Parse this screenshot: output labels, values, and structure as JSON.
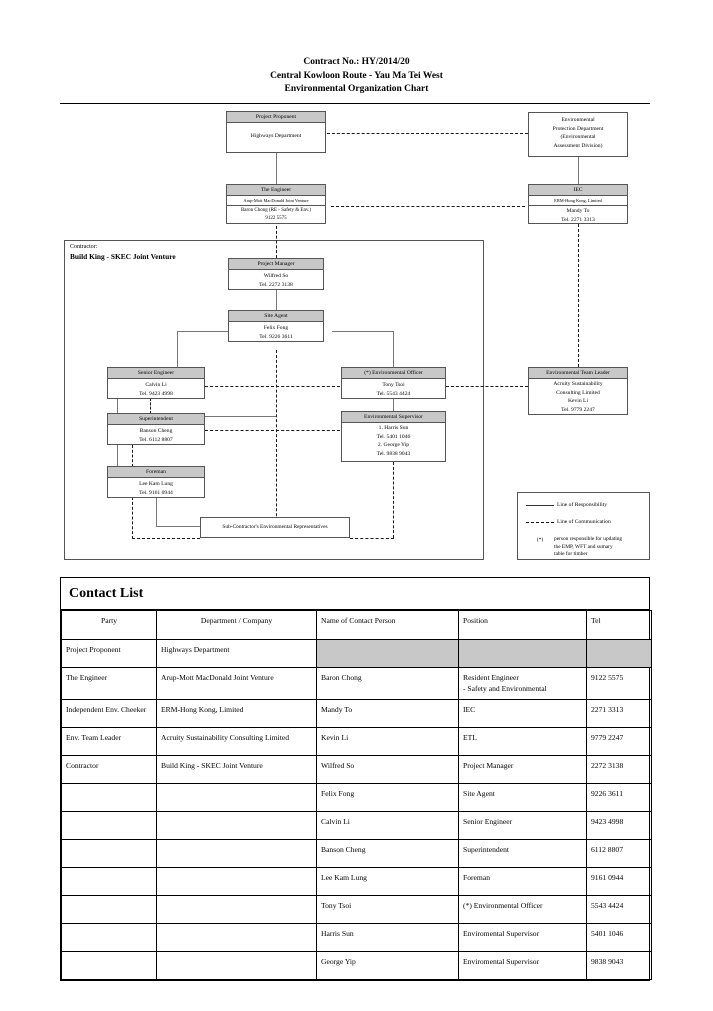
{
  "title": {
    "line1": "Contract No.: HY/2014/20",
    "line2": "Central Kowloon Route - Yau Ma Tei West",
    "line3": "Environmental Organization Chart"
  },
  "chart": {
    "project_proponent": {
      "header": "Project Proponent",
      "name": "Highways Department"
    },
    "epd": {
      "l1": "Environmental",
      "l2": "Protection Department",
      "l3": "(Environmental",
      "l4": "Assessment Division)"
    },
    "engineer": {
      "header": "The Engineer",
      "company": "Arup-Mott MacDonald Joint Venture",
      "person": "Baron Chong (RE - Safety & Env.)",
      "tel": "9122 5575"
    },
    "iec": {
      "header": "IEC",
      "company": "ERM-Hong Kong, Limited",
      "person": "Mandy To",
      "tel": "Tel. 2271 3313"
    },
    "contractor_label": {
      "prefix": "Contractor:",
      "name": "Build King - SKEC Joint Venture"
    },
    "project_manager": {
      "header": "Project Manager",
      "person": "Wilfred So",
      "tel": "Tel. 2272 3138"
    },
    "site_agent": {
      "header": "Site Agent",
      "person": "Felix Fong",
      "tel": "Tel. 9226 3611"
    },
    "senior_engineer": {
      "header": "Senior Engineer",
      "person": "Calvin Li",
      "tel": "Tel. 9423 4998"
    },
    "env_officer": {
      "header": "(*) Environmental Officer",
      "person": "Tony Tsoi",
      "tel": "Tel. 5543 4424"
    },
    "env_team_leader": {
      "header": "Environmental Team Leader",
      "company1": "Acruity Sustainability",
      "company2": "Consulting Limited",
      "person": "Kevin Li",
      "tel": "Tel. 9779 2247"
    },
    "superintendent": {
      "header": "Superintendent",
      "person": "Banson Cheng",
      "tel": "Tel. 6112 8807"
    },
    "env_supervisor": {
      "header": "Environmental Supervisor",
      "p1": "1. Harris Sun",
      "t1": "Tel. 5401 1046",
      "p2": "2. George Yip",
      "t2": "Tel. 9838 9043"
    },
    "foreman": {
      "header": "Foreman",
      "person": "Lee Kam Lung",
      "tel": "Tel. 9161 0944"
    },
    "subcontractor": {
      "label": "Sub-Contractor's Environmental Representatives"
    },
    "legend": {
      "responsibility": "Line of Responsibility",
      "communication": "Line of Communication",
      "star_marker": "(*)",
      "star_l1": "person responsible for updating",
      "star_l2": "the EMP, WFT and sumary",
      "star_l3": "table for timber"
    }
  },
  "contact_list": {
    "title": "Contact List",
    "columns": [
      "Party",
      "Department / Company",
      "Name of Contact Person",
      "Position",
      "Tel"
    ],
    "rows": [
      {
        "party": "Project Proponent",
        "company": "Highways Department",
        "person": "",
        "position": "",
        "tel": "",
        "shaded": true
      },
      {
        "party": "The Engineer",
        "company": "Arup-Mott MacDonald Joint Venture",
        "person": "Baron Chong",
        "position": "Resident Engineer\n- Safety and Environmental",
        "tel": "9122 5575"
      },
      {
        "party": "Independent Env. Cheeker",
        "company": "ERM-Hong Kong, Limited",
        "person": "Mandy To",
        "position": "IEC",
        "tel": "2271 3313"
      },
      {
        "party": "Env. Team Leader",
        "company": "Acruity Sustainability Consulting Limited",
        "person": "Kevin Li",
        "position": "ETL",
        "tel": "9779 2247"
      },
      {
        "party": "Contractor",
        "company": "Build King - SKEC Joint Venture",
        "person": "Wilfred So",
        "position": "Project Manager",
        "tel": "2272 3138"
      },
      {
        "party": "",
        "company": "",
        "person": "Felix Fong",
        "position": "Site Agent",
        "tel": "9226 3611"
      },
      {
        "party": "",
        "company": "",
        "person": "Calvin Li",
        "position": "Senior Engineer",
        "tel": "9423 4998"
      },
      {
        "party": "",
        "company": "",
        "person": "Banson Cheng",
        "position": "Superintendent",
        "tel": "6112 8807"
      },
      {
        "party": "",
        "company": "",
        "person": "Lee Kam Lung",
        "position": "Foreman",
        "tel": "9161 0944"
      },
      {
        "party": "",
        "company": "",
        "person": "Tony Tsoi",
        "position": "(*) Environmental Officer",
        "tel": "5543 4424"
      },
      {
        "party": "",
        "company": "",
        "person": "Harris Sun",
        "position": "Enviromental Supervisor",
        "tel": "5401 1046"
      },
      {
        "party": "",
        "company": "",
        "person": "George Yip",
        "position": "Enviromental Supervisor",
        "tel": "9838 9043"
      }
    ]
  }
}
